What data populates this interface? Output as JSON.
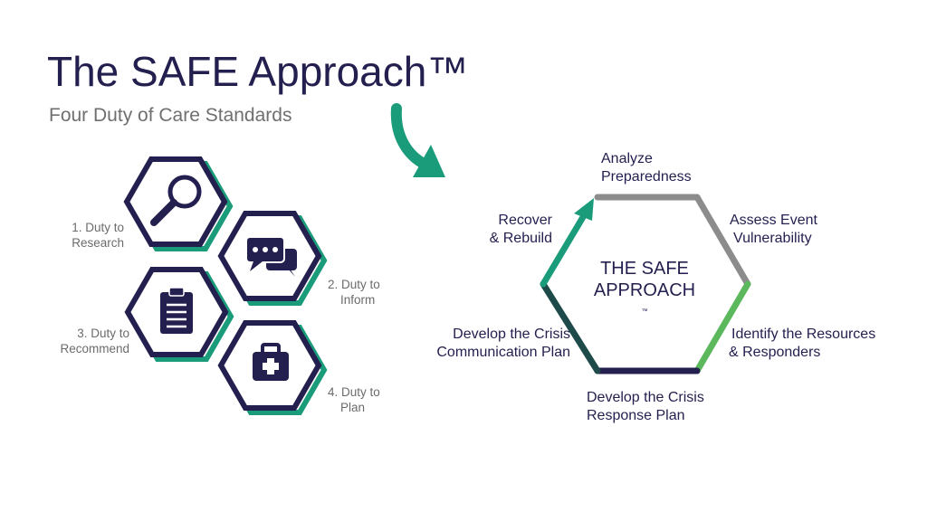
{
  "header": {
    "title": "The SAFE Approach™",
    "subtitle": "Four Duty of Care Standards"
  },
  "duties": [
    {
      "line1": "1. Duty to",
      "line2": "Research",
      "icon": "magnifier-icon"
    },
    {
      "line1": "2. Duty to",
      "line2": "Inform",
      "icon": "chat-bubbles-icon"
    },
    {
      "line1": "3. Duty to",
      "line2": "Recommend",
      "icon": "clipboard-icon"
    },
    {
      "line1": "4. Duty to",
      "line2": "Plan",
      "icon": "first-aid-kit-icon"
    }
  ],
  "cycle": {
    "center_line1": "THE SAFE",
    "center_line2": "APPROACH",
    "center_tm": "™",
    "steps": [
      {
        "line1": "Analyze",
        "line2": "Preparedness"
      },
      {
        "line1": "Assess Event",
        "line2": "Vulnerability"
      },
      {
        "line1": "Identify the Resources",
        "line2": "& Responders"
      },
      {
        "line1": "Develop the Crisis",
        "line2": "Response Plan"
      },
      {
        "line1": "Develop the Crisis",
        "line2": "Communication Plan"
      },
      {
        "line1": "Recover",
        "line2": "& Rebuild"
      }
    ]
  },
  "colors": {
    "navy": "#231f4f",
    "teal": "#1a9c7a",
    "gray": "#8c8c8c",
    "light_green": "#5cb85c",
    "dark_teal": "#1f4a4a"
  }
}
